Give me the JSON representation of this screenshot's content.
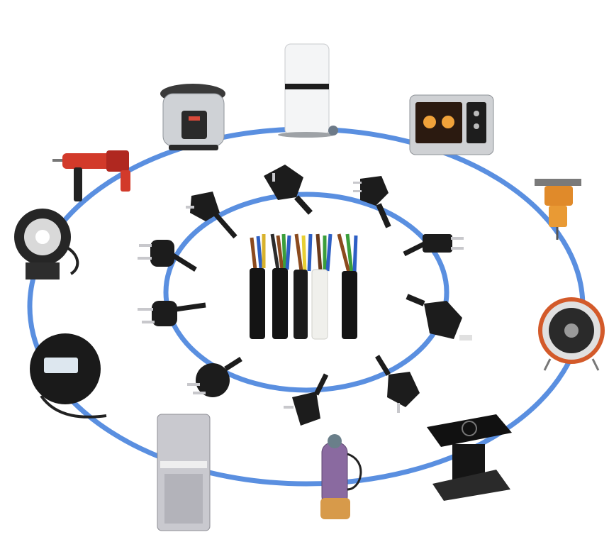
{
  "colors": {
    "ring": "#5a8fe0",
    "background": "#ffffff",
    "cable_black": "#141414",
    "cable_white": "#f0f0ec",
    "plug_black": "#1c1c1c",
    "metal": "#c8c8cc"
  },
  "items": {
    "outer_ring": [
      "pressure-cooker",
      "air-purifier",
      "toaster-oven",
      "electric-hoist",
      "space-heater",
      "induction-cooktop-stand",
      "submersible-pump",
      "air-conditioner-tower",
      "cable-reel",
      "flood-light",
      "rotary-hammer-drill"
    ],
    "inner_ring": [
      "uk-plug-large",
      "cn-plug-angled",
      "us-plug",
      "au-plug",
      "uk-plug-small",
      "angled-plug-bottom",
      "euro-plug-round",
      "euro-plug-left-lower",
      "euro-plug-left-upper",
      "schuko-plug"
    ],
    "center": "multi-core-power-cables"
  }
}
